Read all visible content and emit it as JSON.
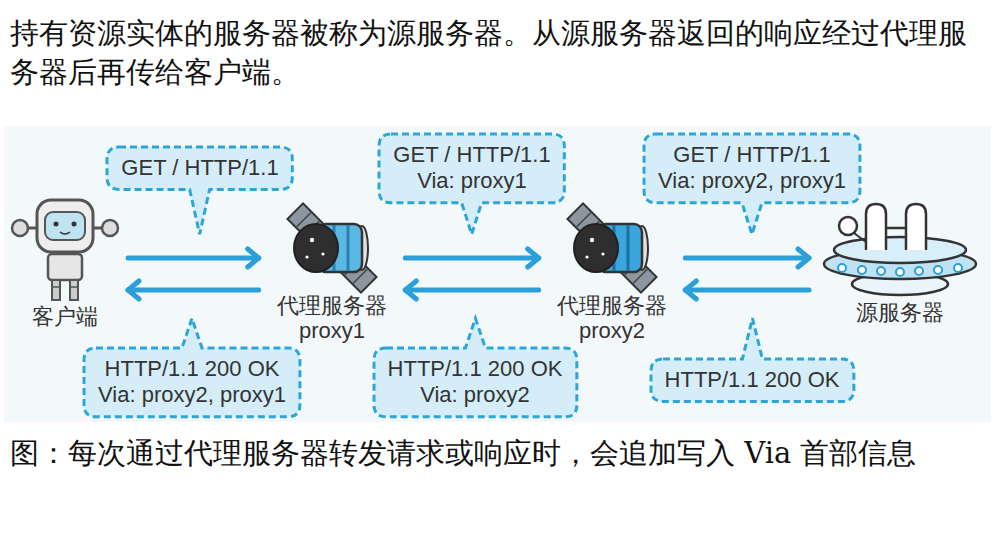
{
  "diagram": {
    "caption": "图：每次通过代理服务器转发请求或响应时，会追加写入 Via 首部信息",
    "nodes": [
      {
        "text": [
          "GET / HTTP/1.1"
        ]
      },
      {
        "text": [
          "GET / HTTP/1.1",
          "Via: proxy1"
        ]
      },
      {
        "text": [
          "GET / HTTP/1.1",
          "Via: proxy2, proxy1"
        ]
      },
      {
        "text": [
          "客户端"
        ]
      },
      {
        "text": [
          "代理服务器 proxy1"
        ]
      },
      {
        "text": [
          "代理服务器 proxy2"
        ]
      },
      {
        "text": [
          "源服务器"
        ]
      },
      {
        "text": [
          "HTTP/1.1 200 OK",
          "Via: proxy2, proxy1"
        ]
      },
      {
        "text": [
          "HTTP/1.1 200 OK",
          "Via: proxy2"
        ]
      },
      {
        "text": [
          "HTTP/1.1 200 OK"
        ]
      }
    ],
    "edges": [
      {
        "from": 3,
        "to": 4,
        "arrow": "to"
      },
      {
        "from": 4,
        "to": 3,
        "arrow": "to"
      },
      {
        "from": 4,
        "to": 5,
        "arrow": "to"
      },
      {
        "from": 5,
        "to": 4,
        "arrow": "to"
      },
      {
        "from": 5,
        "to": 6,
        "arrow": "to"
      },
      {
        "from": 6,
        "to": 5,
        "arrow": "to"
      }
    ],
    "labels": [
      "持有资源实体的服务器被称为源服务器。从源服务器返回的响应经过代理服务器后再传给客户端。"
    ]
  }
}
